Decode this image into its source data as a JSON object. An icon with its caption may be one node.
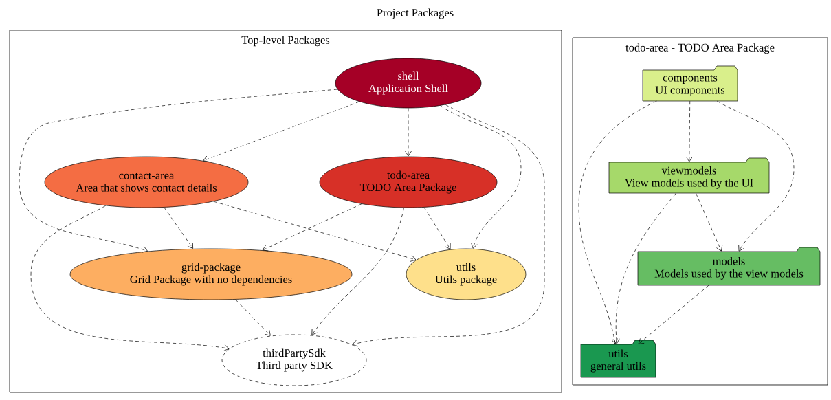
{
  "diagram": {
    "title": "Project Packages",
    "nodes": [
      {
        "text": [
          "Top-level Packages"
        ]
      },
      {
        "text": [
          "shell",
          "Application Shell"
        ],
        "in": 0
      },
      {
        "text": [
          "contact-area",
          "Area that shows contact details"
        ],
        "in": 0
      },
      {
        "text": [
          "todo-area",
          "TODO Area Package"
        ],
        "in": 0
      },
      {
        "text": [
          "grid-package",
          "Grid Package with no dependencies"
        ],
        "in": 0
      },
      {
        "text": [
          "utils",
          "Utils package"
        ],
        "in": 0
      },
      {
        "text": [
          "thirdPartySdk",
          "Third party SDK"
        ],
        "in": 0
      },
      {
        "text": [
          "todo-area - TODO Area Package"
        ]
      },
      {
        "text": [
          "components",
          "UI components"
        ],
        "in": 7
      },
      {
        "text": [
          "viewmodels",
          "View models used by the UI"
        ],
        "in": 7
      },
      {
        "text": [
          "models",
          "Models used by the view models"
        ],
        "in": 7
      },
      {
        "text": [
          "utils",
          "general utils"
        ],
        "in": 7
      }
    ],
    "edges": [
      {
        "from": 1,
        "to": 2,
        "arrow": "to",
        "style": "dashed"
      },
      {
        "from": 1,
        "to": 3,
        "arrow": "to",
        "style": "dashed"
      },
      {
        "from": 1,
        "to": 4,
        "arrow": "to",
        "style": "dashed"
      },
      {
        "from": 1,
        "to": 5,
        "arrow": "to",
        "style": "dashed"
      },
      {
        "from": 1,
        "to": 6,
        "arrow": "to",
        "style": "dashed"
      },
      {
        "from": 2,
        "to": 4,
        "arrow": "to",
        "style": "dashed"
      },
      {
        "from": 2,
        "to": 5,
        "arrow": "to",
        "style": "dashed"
      },
      {
        "from": 2,
        "to": 6,
        "arrow": "to",
        "style": "dashed"
      },
      {
        "from": 3,
        "to": 4,
        "arrow": "to",
        "style": "dashed"
      },
      {
        "from": 3,
        "to": 5,
        "arrow": "to",
        "style": "dashed"
      },
      {
        "from": 3,
        "to": 6,
        "arrow": "to",
        "style": "dashed"
      },
      {
        "from": 4,
        "to": 6,
        "arrow": "to",
        "style": "dashed"
      },
      {
        "from": 8,
        "to": 9,
        "arrow": "to",
        "style": "dashed"
      },
      {
        "from": 8,
        "to": 10,
        "arrow": "to",
        "style": "dashed"
      },
      {
        "from": 8,
        "to": 11,
        "arrow": "to",
        "style": "dashed"
      },
      {
        "from": 9,
        "to": 10,
        "arrow": "to",
        "style": "dashed"
      },
      {
        "from": 9,
        "to": 11,
        "arrow": "to",
        "style": "dashed"
      },
      {
        "from": 10,
        "to": 11,
        "arrow": "to",
        "style": "dashed"
      }
    ]
  }
}
